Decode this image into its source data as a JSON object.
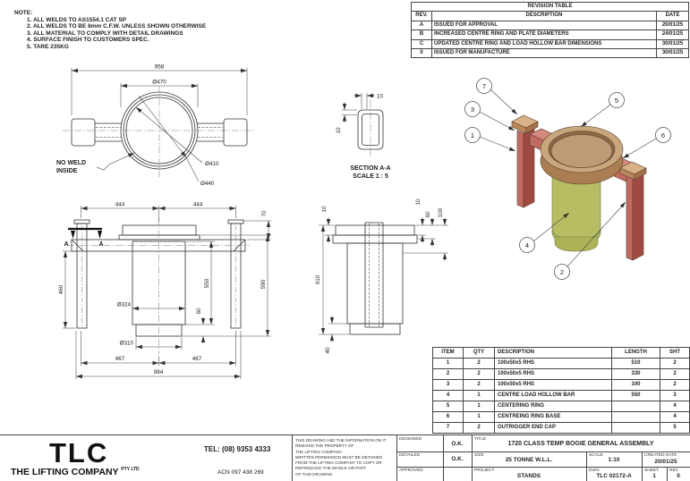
{
  "notes": {
    "title": "NOTE:",
    "items": [
      "1. ALL WELDS TO AS1554.1 CAT SP",
      "2. ALL WELDS TO BE 8mm C.F.W. UNLESS SHOWN OTHERWISE",
      "3. ALL MATERIAL TO COMPLY WITH DETAIL DRAWINGS",
      "4. SURFACE FINISH TO CUSTOMERS SPEC.",
      "5. TARE 235KG"
    ]
  },
  "revision_table": {
    "title": "REVISION TABLE",
    "headers": [
      "REV.",
      "DESCRIPTION",
      "DATE"
    ],
    "rows": [
      [
        "A",
        "ISSUED FOR APPROVAL",
        "20/01/25"
      ],
      [
        "B",
        "INCREASED CENTRE RING AND PLATE DIAMETERS",
        "24/01/25"
      ],
      [
        "C",
        "UPDATED CENTRE RING AND LOAD HOLLOW BAR DIMENSIONS",
        "30/01/25"
      ],
      [
        "0",
        "ISSUED FOR MANUFACTURE",
        "30/01/25"
      ]
    ]
  },
  "item_table": {
    "headers": [
      "ITEM",
      "QTY",
      "DESCRIPTION",
      "LENGTH",
      "SHT"
    ],
    "rows": [
      [
        "1",
        "2",
        "100x50x5 RHS",
        "510",
        "2"
      ],
      [
        "2",
        "2",
        "100x50x5 RHS",
        "330",
        "2"
      ],
      [
        "3",
        "2",
        "100x50x5 RHS",
        "100",
        "2"
      ],
      [
        "4",
        "1",
        "CENTRE LOAD HOLLOW BAR",
        "550",
        "3"
      ],
      [
        "5",
        "1",
        "CENTERING RING",
        "",
        "4"
      ],
      [
        "6",
        "1",
        "CENTREING RING BASE",
        "",
        "4"
      ],
      [
        "7",
        "2",
        "OUTRIGGER END CAP",
        "",
        "5"
      ]
    ]
  },
  "title_block": {
    "company": {
      "logo": "TLC",
      "name": "THE LIFTING COMPANY",
      "suffix": "PTY LTD",
      "tel": "TEL: (08) 9353 4333",
      "acn": "ACN 097 438 269"
    },
    "disclaimer": "THIS DRAWING AND THE INFORMATION ON IT\nREMAINS THE PROPERTY OF\nTHE LIFTING COMPANY.\nWRITTEN PERMISSION MUST BE OBTAINED\nFROM THE LIFTING COMPANY TO COPY OR\nREPRODUCE THE WHOLE OR PART\nOF THIS DRAWING.",
    "designed_label": "DESIGNED",
    "designed_value": "O.K.",
    "detailed_label": "DETAILED",
    "detailed_value": "O.K.",
    "approved_label": "APPROVED",
    "approved_value": "",
    "title_label": "TITLE",
    "title_value": "1720 CLASS TEMP BOGIE GENERAL ASSEMBLY",
    "size_label": "SIZE",
    "size_value": "25 TONNE W.L.L.",
    "scale_label": "SCALE",
    "scale_value": "1:10",
    "created_label": "CREATED DATE",
    "created_value": "20/01/25",
    "project_label": "PROJECT",
    "project_value": "STANDS",
    "dwg_label": "DWG",
    "dwg_value": "TLC 02172-A",
    "sheet_label": "SHEET",
    "sheet_value": "1",
    "rev_label": "REV",
    "rev_value": "0"
  },
  "views": {
    "top": {
      "dim_overall": "958",
      "dim_outer": "Ø470",
      "dim_inner": "Ø410",
      "dim_mid": "Ø440",
      "note_line1": "NO WELD",
      "note_line2": "INSIDE"
    },
    "section": {
      "title": "SECTION A-A",
      "scale": "SCALE 1 : 5",
      "dim_wall_top": "10",
      "dim_wall_side": "10"
    },
    "front": {
      "dim_left_span": "444",
      "dim_right_span": "444",
      "dim_cap": "70",
      "dim_leg": "460",
      "dim_bar": "550",
      "dim_total": "590",
      "dim_base": "60",
      "dim_d324": "Ø324",
      "dim_d310": "Ø310",
      "dim_bottom_left": "467",
      "dim_bottom_right": "467",
      "dim_overall": "984",
      "section_mark": "A"
    },
    "side": {
      "dim_plate_left": "10",
      "dim_plate_right": "10",
      "dim_60": "60",
      "dim_100": "100",
      "dim_height": "610",
      "dim_cap": "40"
    },
    "iso": {
      "balloons": [
        "1",
        "2",
        "3",
        "4",
        "5",
        "6",
        "7"
      ],
      "colors": {
        "cylinder": "#b7bd63",
        "cylinder_cap": "#adb457",
        "ring_top": "#c8a77e",
        "ring_side": "#aa7e52",
        "ring_floor": "#bf9b75",
        "ring_shade": "#8d6844",
        "arm_top": "#d4897e",
        "arm_front": "#c26b62",
        "arm_side": "#a04a42",
        "cap_top": "#d9b187",
        "cap_front": "#b9875a",
        "cap_side": "#a5744b"
      }
    }
  }
}
